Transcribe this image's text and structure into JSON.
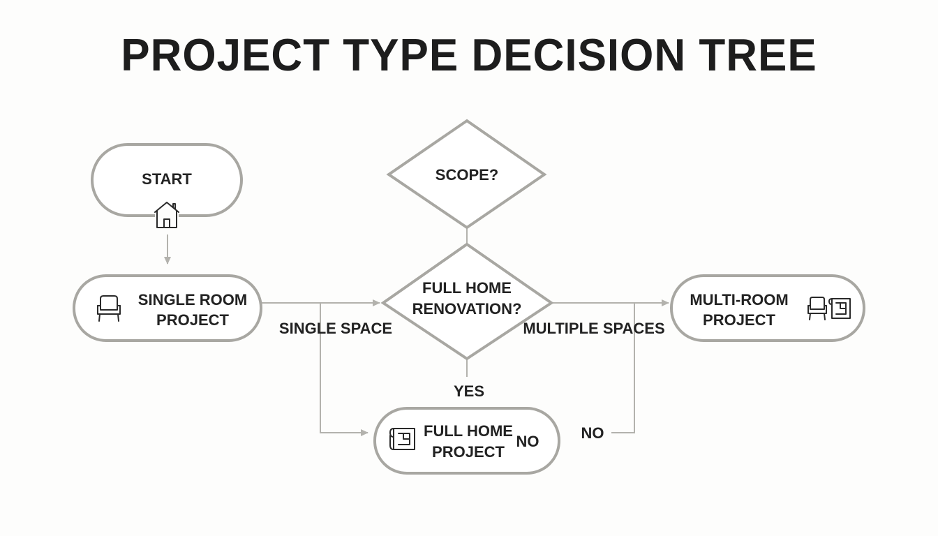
{
  "title": "PROJECT TYPE DECISION TREE",
  "nodes": {
    "start": {
      "label": "START",
      "icon": "house-icon"
    },
    "scope": {
      "label": "SCOPE?"
    },
    "single_room": {
      "line1": "SINGLE ROOM",
      "line2": "PROJECT",
      "icon": "armchair-icon"
    },
    "full_home_question": {
      "line1": "FULL HOME",
      "line2": "RENOVATION?"
    },
    "multi_room": {
      "line1": "MULTI-ROOM",
      "line2": "PROJECT",
      "icon": "armchair-floorplan-icon"
    },
    "full_home_project": {
      "line1": "FULL HOME",
      "line2": "PROJECT",
      "extra": "NO",
      "icon": "floorplan-icon"
    }
  },
  "edge_labels": {
    "single_space": "SINGLE SPACE",
    "multiple_spaces": "MULTIPLE SPACES",
    "yes": "YES",
    "no": "NO"
  },
  "colors": {
    "node_stroke": "#a8a7a2",
    "edge": "#b3b2ad",
    "text": "#222222",
    "background": "#fdfdfc"
  }
}
